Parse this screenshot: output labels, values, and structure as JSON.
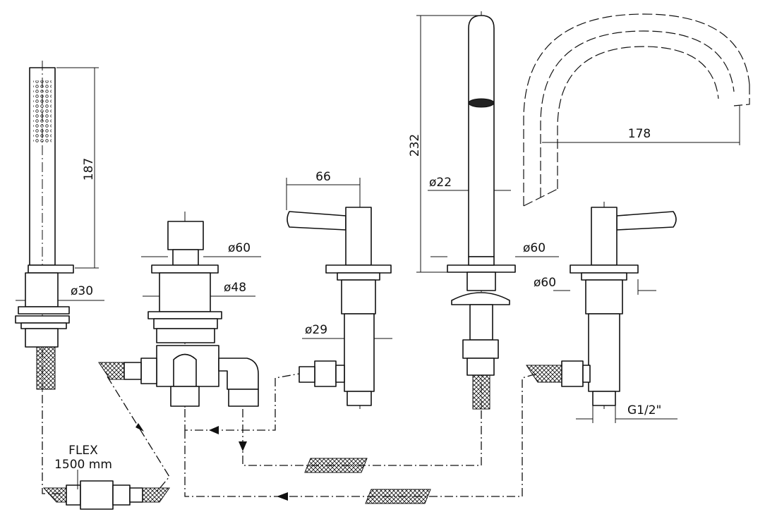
{
  "dimensions": {
    "hand_shower_height": "187",
    "hand_shower_base_dia": "ø30",
    "diverter_flange_dia": "ø60",
    "diverter_body_dia": "ø48",
    "valve_lever_reach": "66",
    "valve_body_dia": "ø29",
    "spout_height": "232",
    "spout_tube_dia": "ø22",
    "spout_flange_dia": "ø60",
    "spout_projection": "178",
    "right_valve_flange_dia": "ø60",
    "inlet_thread": "G1/2\""
  },
  "hose": {
    "type": "FLEX",
    "length": "1500 mm"
  }
}
